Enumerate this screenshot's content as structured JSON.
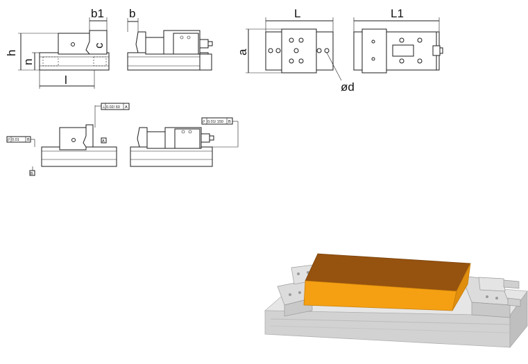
{
  "dimensions": {
    "h": "h",
    "n": "n",
    "l": "l",
    "b1": "b1",
    "b": "b",
    "c": "c",
    "L": "L",
    "L1": "L1",
    "a": "a",
    "d": "ød"
  },
  "tolerances": {
    "perpendicularity": {
      "symbol": "⊥",
      "value": "0.02/ 60",
      "datum": "A"
    },
    "parallelism_top": {
      "symbol": "//",
      "value": "0.01/ 150",
      "datum": "B"
    },
    "parallelism_left": {
      "symbol": "//",
      "value": "0.01",
      "datum": "B"
    }
  },
  "datums": {
    "a_label": "A",
    "b_label": "B"
  },
  "colors": {
    "workpiece": "#f5a012",
    "workpiece_top": "#96520f",
    "vise": "#d9d9d9",
    "line": "#1a1a1a"
  }
}
